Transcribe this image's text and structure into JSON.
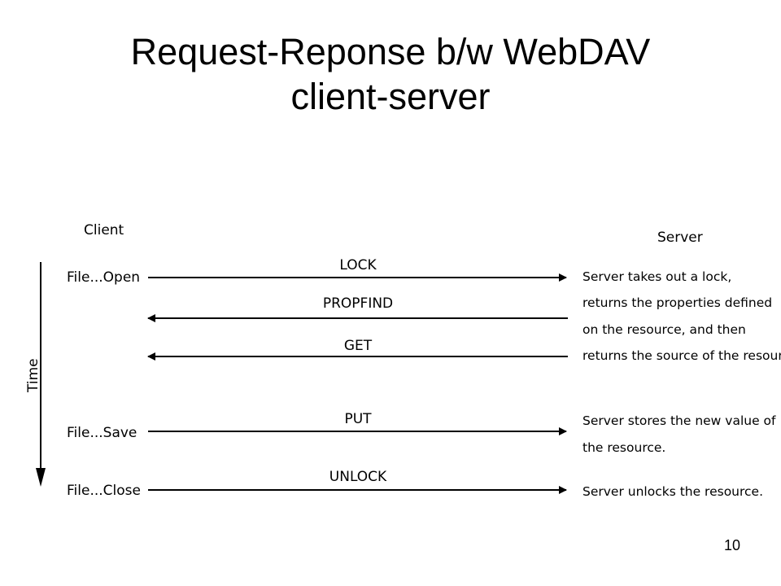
{
  "slide": {
    "title_line1": "Request-Reponse  b/w WebDAV",
    "title_line2": "client-server",
    "page_number": "10"
  },
  "diagram": {
    "client_label": "Client",
    "server_label": "Server",
    "time_label": "Time",
    "client_actions": [
      "File...Open",
      "File...Save",
      "File...Close"
    ],
    "messages": [
      {
        "label": "LOCK",
        "direction": "client-to-server"
      },
      {
        "label": "PROPFIND",
        "direction": "server-to-client"
      },
      {
        "label": "GET",
        "direction": "server-to-client"
      },
      {
        "label": "PUT",
        "direction": "client-to-server"
      },
      {
        "label": "UNLOCK",
        "direction": "client-to-server"
      }
    ],
    "server_notes": [
      "Server takes out a lock,",
      "returns the properties defined",
      "on the resource, and then",
      "returns the source of the resource.",
      "Server stores the new value of",
      "the resource.",
      "Server unlocks the resource."
    ]
  }
}
